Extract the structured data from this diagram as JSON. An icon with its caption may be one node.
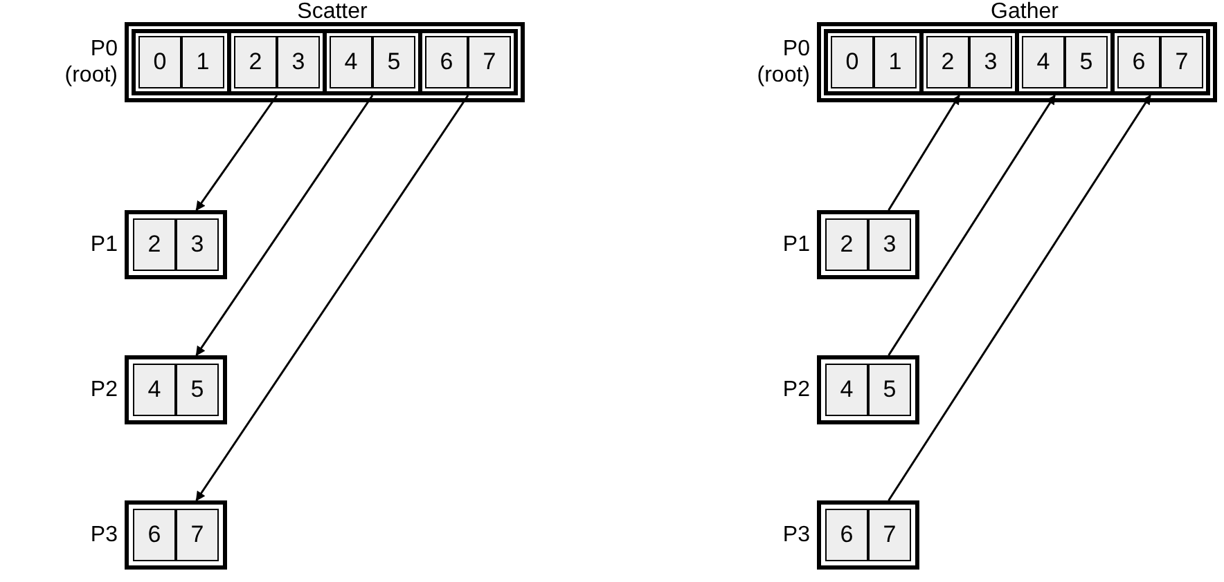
{
  "diagram": {
    "nodes": [
      {
        "text": [],
        "shape": "box",
        "beside": [
          "P0 (root)"
        ]
      },
      {
        "text": [],
        "shape": "box",
        "in": 0
      },
      {
        "text": [
          "0"
        ],
        "in": 1
      },
      {
        "text": [
          "1"
        ],
        "in": 1
      },
      {
        "text": [],
        "shape": "box",
        "in": 0
      },
      {
        "text": [
          "2"
        ],
        "in": 4
      },
      {
        "text": [
          "3"
        ],
        "in": 4
      },
      {
        "text": [],
        "shape": "box",
        "in": 0
      },
      {
        "text": [
          "4"
        ],
        "in": 7
      },
      {
        "text": [
          "5"
        ],
        "in": 7
      },
      {
        "text": [],
        "shape": "box",
        "in": 0
      },
      {
        "text": [
          "6"
        ],
        "in": 10
      },
      {
        "text": [
          "7"
        ],
        "in": 10
      },
      {
        "text": [],
        "shape": "box",
        "beside": [
          "P1"
        ]
      },
      {
        "text": [
          "2"
        ],
        "in": 13
      },
      {
        "text": [
          "3"
        ],
        "in": 13
      },
      {
        "text": [],
        "shape": "box",
        "beside": [
          "P2"
        ]
      },
      {
        "text": [
          "4"
        ],
        "in": 16
      },
      {
        "text": [
          "5"
        ],
        "in": 16
      },
      {
        "text": [],
        "shape": "box",
        "beside": [
          "P3"
        ]
      },
      {
        "text": [
          "6"
        ],
        "in": 19
      },
      {
        "text": [
          "7"
        ],
        "in": 19
      },
      {
        "text": [],
        "shape": "box",
        "beside": [
          "P0 (root)"
        ]
      },
      {
        "text": [],
        "shape": "box",
        "in": 22
      },
      {
        "text": [
          "0"
        ],
        "in": 23
      },
      {
        "text": [
          "1"
        ],
        "in": 23
      },
      {
        "text": [],
        "shape": "box",
        "in": 22
      },
      {
        "text": [
          "2"
        ],
        "in": 26
      },
      {
        "text": [
          "3"
        ],
        "in": 26
      },
      {
        "text": [],
        "shape": "box",
        "in": 22
      },
      {
        "text": [
          "4"
        ],
        "in": 29
      },
      {
        "text": [
          "5"
        ],
        "in": 29
      },
      {
        "text": [],
        "shape": "box",
        "in": 22
      },
      {
        "text": [
          "6"
        ],
        "in": 32
      },
      {
        "text": [
          "7"
        ],
        "in": 32
      },
      {
        "text": [],
        "shape": "box",
        "beside": [
          "P1"
        ]
      },
      {
        "text": [
          "2"
        ],
        "in": 35
      },
      {
        "text": [
          "3"
        ],
        "in": 35
      },
      {
        "text": [],
        "shape": "box",
        "beside": [
          "P2"
        ]
      },
      {
        "text": [
          "4"
        ],
        "in": 38
      },
      {
        "text": [
          "5"
        ],
        "in": 38
      },
      {
        "text": [],
        "shape": "box",
        "beside": [
          "P3"
        ]
      },
      {
        "text": [
          "6"
        ],
        "in": 41
      },
      {
        "text": [
          "7"
        ],
        "in": 41
      }
    ],
    "edges": [
      {
        "from": 4,
        "to": 13,
        "arrow": "to"
      },
      {
        "from": 7,
        "to": 16,
        "arrow": "to"
      },
      {
        "from": 10,
        "to": 19,
        "arrow": "to"
      },
      {
        "from": 35,
        "to": 26,
        "arrow": "to"
      },
      {
        "from": 38,
        "to": 29,
        "arrow": "to"
      },
      {
        "from": 41,
        "to": 32,
        "arrow": "to"
      }
    ],
    "labels": [
      "Scatter",
      "Gather"
    ]
  }
}
